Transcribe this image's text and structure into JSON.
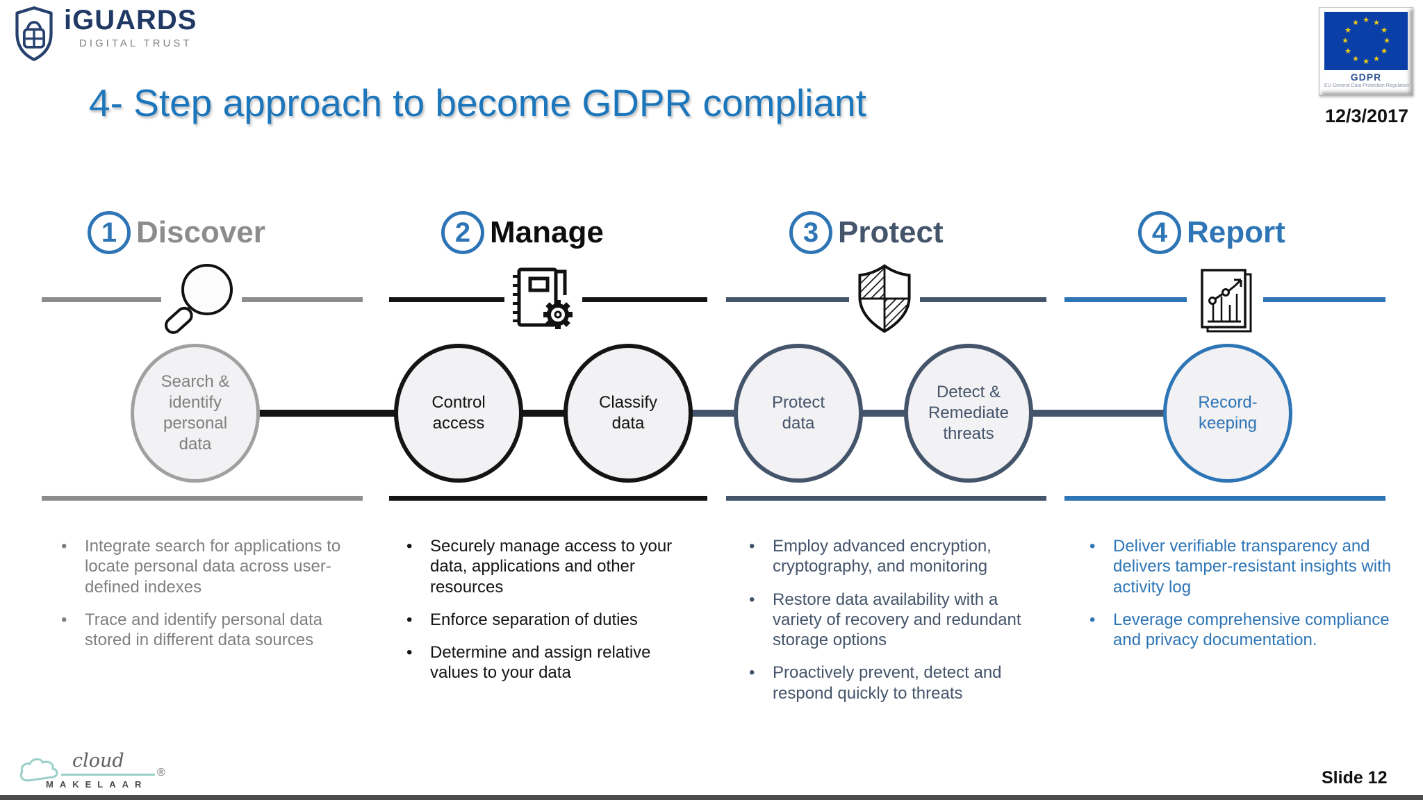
{
  "slide": {
    "title": "4- Step approach to become GDPR compliant",
    "date": "12/3/2017",
    "slide_number": "Slide 12"
  },
  "logo": {
    "name": "iGUARDS",
    "tagline": "DIGITAL TRUST",
    "icon": "shield-lock-icon"
  },
  "badge": {
    "heading": "GDPR",
    "subheading": "EU General Data Protection Regulation",
    "icon": "eu-flag-stars"
  },
  "steps": [
    {
      "number": "1",
      "label": "Discover",
      "icon": "magnifier-icon",
      "accent": "#8c8c8c",
      "circles": [
        "Search & identify personal data"
      ],
      "bullets": [
        "Integrate search for applications to locate personal data across user-defined indexes",
        "Trace and identify personal data stored in different data sources"
      ]
    },
    {
      "number": "2",
      "label": "Manage",
      "icon": "notebook-gear-icon",
      "accent": "#141414",
      "circles": [
        "Control access",
        "Classify data"
      ],
      "bullets": [
        "Securely manage access to your data, applications and other resources",
        "Enforce separation of duties",
        "Determine and assign relative values to your data"
      ]
    },
    {
      "number": "3",
      "label": "Protect",
      "icon": "shield-checkered-icon",
      "accent": "#44546a",
      "circles": [
        "Protect data",
        "Detect & Remediate threats"
      ],
      "bullets": [
        "Employ advanced encryption, cryptography, and monitoring",
        "Restore data availability with a variety of recovery and redundant storage options",
        "Proactively prevent, detect and respond quickly to threats"
      ]
    },
    {
      "number": "4",
      "label": "Report",
      "icon": "report-chart-icon",
      "accent": "#2e75b6",
      "circles": [
        "Record-keeping"
      ],
      "bullets": [
        "Deliver verifiable transparency and delivers tamper-resistant insights with activity log",
        "Leverage comprehensive compliance and privacy documentation."
      ]
    }
  ],
  "footer": {
    "logo_word": "cloud",
    "logo_caps": "MAKELAAR",
    "registered": "®"
  },
  "colors": {
    "title_blue": "#1c76bc",
    "step_number_blue": "#2e75b6",
    "discover_gray": "#8c8c8c",
    "manage_black": "#141414",
    "protect_slate": "#44546a",
    "report_blue": "#2e75b6",
    "circle_fill": "#f2f1f3",
    "eu_flag_blue": "#0a3fa8",
    "eu_star_yellow": "#f4d012"
  }
}
